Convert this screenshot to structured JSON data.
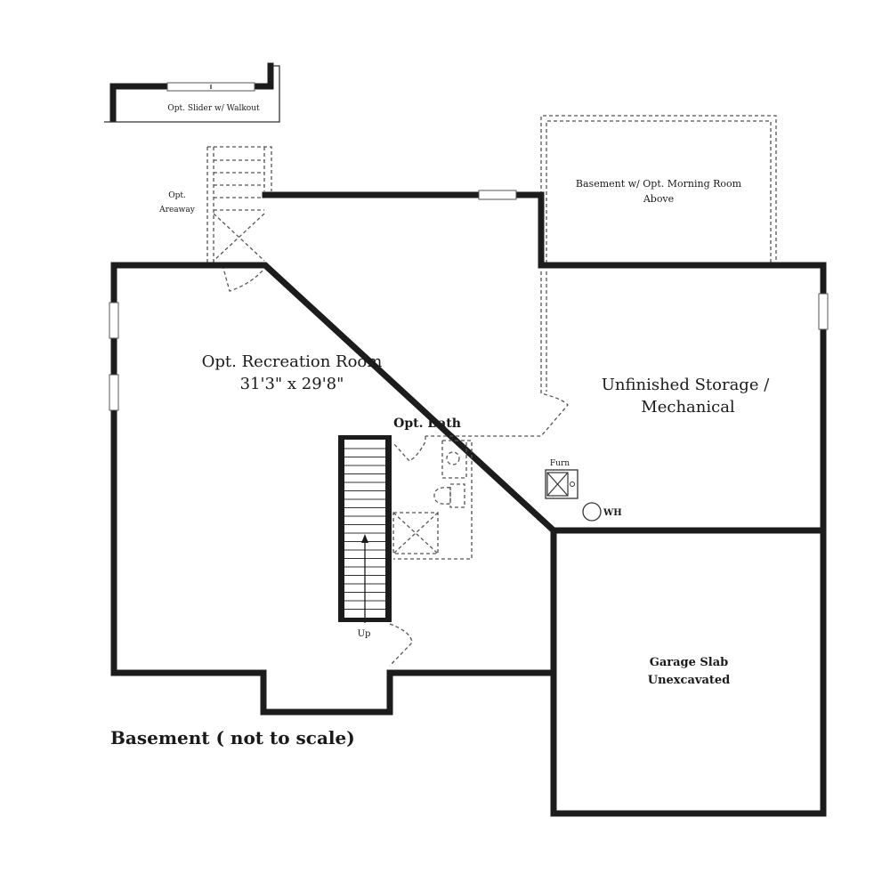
{
  "title": "Basement ( not to scale)",
  "labels": {
    "slider": "Opt. Slider w/ Walkout",
    "areaway_line1": "Opt.",
    "areaway_line2": "Areaway",
    "morning_line1": "Basement w/ Opt. Morning Room",
    "morning_line2": "Above",
    "rec_room_name": "Opt. Recreation Room",
    "rec_room_size": "31'3\" x 29'8\"",
    "storage_line1": "Unfinished Storage /",
    "storage_line2": "Mechanical",
    "bath": "Opt. Bath",
    "furnace": "Furn",
    "water_heater": "WH",
    "stairs_up": "Up",
    "garage_line1": "Garage Slab",
    "garage_line2": "Unexcavated"
  }
}
